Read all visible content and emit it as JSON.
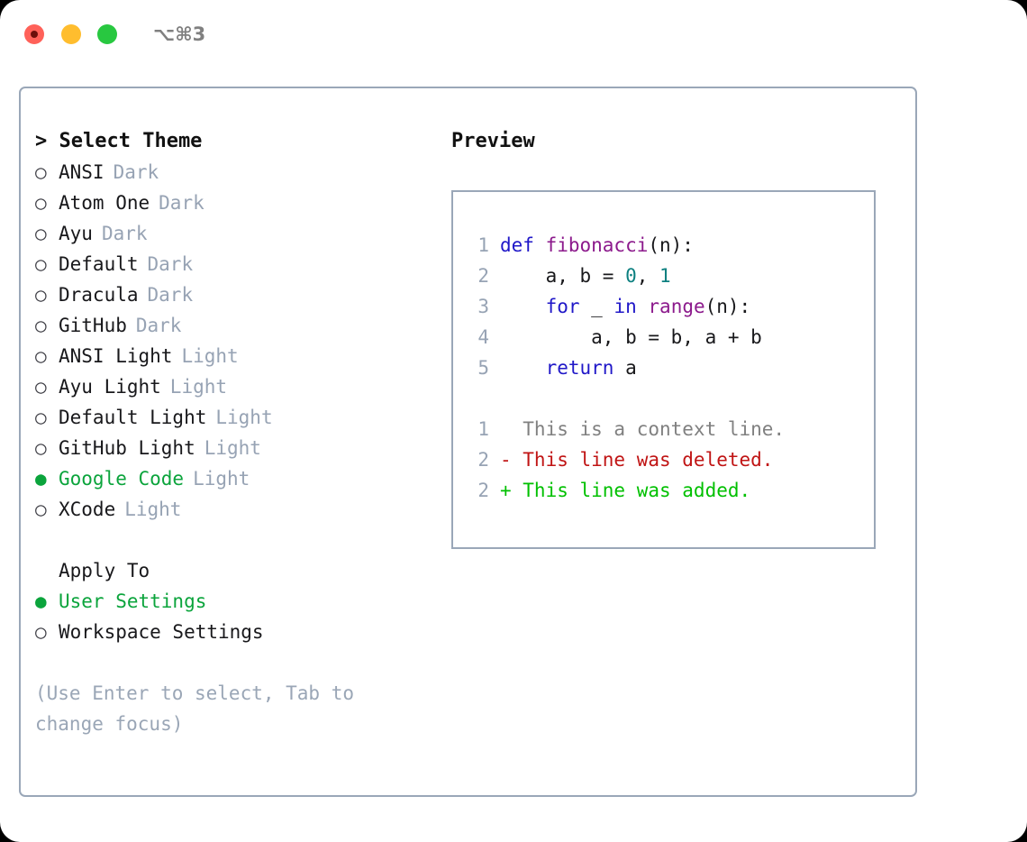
{
  "titlebar": {
    "shortcut": "⌥⌘3",
    "buttons": {
      "close": "close",
      "minimize": "minimize",
      "maximize": "maximize"
    }
  },
  "theme_panel": {
    "heading": "> Select Theme",
    "items": [
      {
        "marker": "○",
        "label": "ANSI",
        "category": "Dark",
        "selected": false
      },
      {
        "marker": "○",
        "label": "Atom One",
        "category": "Dark",
        "selected": false
      },
      {
        "marker": "○",
        "label": "Ayu",
        "category": "Dark",
        "selected": false
      },
      {
        "marker": "○",
        "label": "Default",
        "category": "Dark",
        "selected": false
      },
      {
        "marker": "○",
        "label": "Dracula",
        "category": "Dark",
        "selected": false
      },
      {
        "marker": "○",
        "label": "GitHub",
        "category": "Dark",
        "selected": false
      },
      {
        "marker": "○",
        "label": "ANSI Light",
        "category": "Light",
        "selected": false
      },
      {
        "marker": "○",
        "label": "Ayu Light",
        "category": "Light",
        "selected": false
      },
      {
        "marker": "○",
        "label": "Default Light",
        "category": "Light",
        "selected": false
      },
      {
        "marker": "○",
        "label": "GitHub Light",
        "category": "Light",
        "selected": false
      },
      {
        "marker": "●",
        "label": "Google Code",
        "category": "Light",
        "selected": true
      },
      {
        "marker": "○",
        "label": "XCode",
        "category": "Light",
        "selected": false
      }
    ]
  },
  "apply_to": {
    "heading": "Apply To",
    "items": [
      {
        "marker": "●",
        "label": "User Settings",
        "selected": true
      },
      {
        "marker": "○",
        "label": "Workspace Settings",
        "selected": false
      }
    ]
  },
  "hint": "(Use Enter to select, Tab to change focus)",
  "preview": {
    "heading": "Preview",
    "code_lines": [
      {
        "number": "1",
        "tokens": [
          {
            "t": "def ",
            "c": "kw"
          },
          {
            "t": "fibonacci",
            "c": "fn"
          },
          {
            "t": "(n):",
            "c": "pl"
          }
        ]
      },
      {
        "number": "2",
        "tokens": [
          {
            "t": "    a, b = ",
            "c": "pl"
          },
          {
            "t": "0",
            "c": "num"
          },
          {
            "t": ", ",
            "c": "pl"
          },
          {
            "t": "1",
            "c": "num"
          }
        ]
      },
      {
        "number": "3",
        "tokens": [
          {
            "t": "    ",
            "c": "pl"
          },
          {
            "t": "for",
            "c": "kw"
          },
          {
            "t": " _ ",
            "c": "pl"
          },
          {
            "t": "in",
            "c": "kw"
          },
          {
            "t": " ",
            "c": "pl"
          },
          {
            "t": "range",
            "c": "fn"
          },
          {
            "t": "(n):",
            "c": "pl"
          }
        ]
      },
      {
        "number": "4",
        "tokens": [
          {
            "t": "        a, b = b, a + b",
            "c": "pl"
          }
        ]
      },
      {
        "number": "5",
        "tokens": [
          {
            "t": "    ",
            "c": "pl"
          },
          {
            "t": "return",
            "c": "kw"
          },
          {
            "t": " a",
            "c": "pl"
          }
        ]
      }
    ],
    "diff_lines": [
      {
        "number": "1",
        "prefix": "  ",
        "text": "This is a context line.",
        "kind": "ctx"
      },
      {
        "number": "2",
        "prefix": "- ",
        "text": "This line was deleted.",
        "kind": "del"
      },
      {
        "number": "2",
        "prefix": "+ ",
        "text": "This line was added.",
        "kind": "add"
      }
    ]
  },
  "colors": {
    "accent_green": "#0ba43c",
    "muted": "#97a3b4",
    "border": "#9aa7b8",
    "keyword": "#2018c8",
    "function": "#8c1a8c",
    "number": "#0d8080",
    "deleted": "#c01414",
    "added": "#00c000"
  }
}
